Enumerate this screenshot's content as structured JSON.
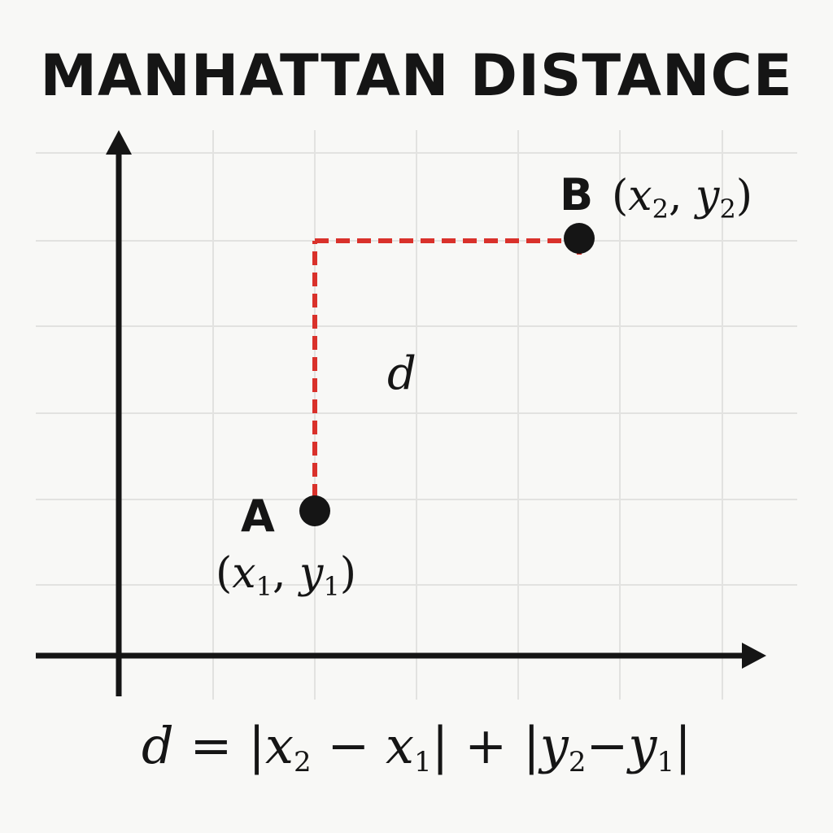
{
  "title": "MANHATTAN DISTANCE",
  "point_a": {
    "label": "A",
    "coord_x": "x",
    "coord_x_sub": "1",
    "coord_y": "y",
    "coord_y_sub": "1"
  },
  "point_b": {
    "label": "B",
    "coord_x": "x",
    "coord_x_sub": "2",
    "coord_y": "y",
    "coord_y_sub": "2"
  },
  "path_label": "d",
  "formula": {
    "lhs": "d",
    "eq": "=",
    "bar": "|",
    "plus": "+",
    "minus": "−",
    "x": "x",
    "y": "y",
    "sub1": "1",
    "sub2": "2"
  },
  "colors": {
    "path": "#d9312b",
    "ink": "#151515",
    "grid": "#e2e2e0",
    "background": "#f8f8f6"
  }
}
